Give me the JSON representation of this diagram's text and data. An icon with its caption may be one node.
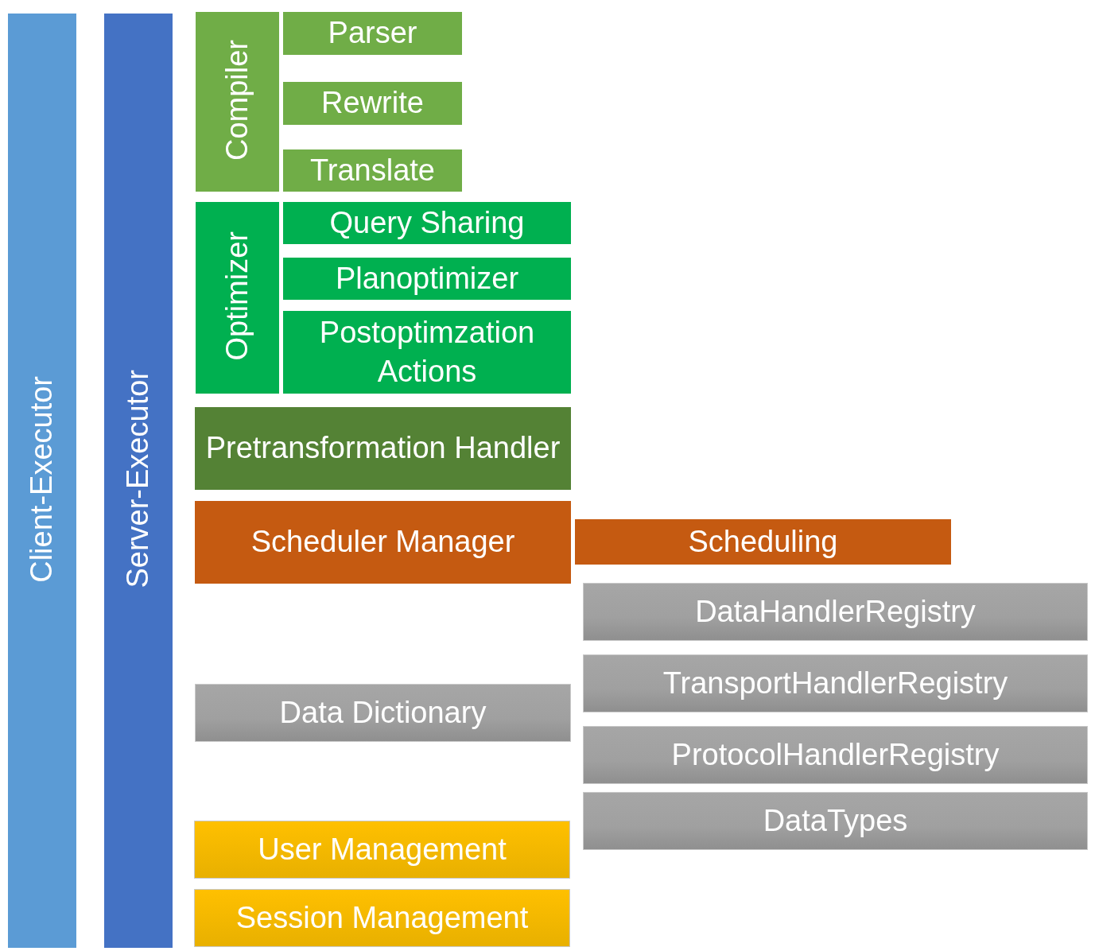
{
  "diagram": {
    "nodes": [
      {
        "text": [
          "Client-Executor"
        ]
      },
      {
        "text": [
          "Server-Executor"
        ]
      },
      {
        "text": [
          "Compiler"
        ]
      },
      {
        "text": [
          "Parser"
        ]
      },
      {
        "text": [
          "Rewrite"
        ]
      },
      {
        "text": [
          "Translate"
        ]
      },
      {
        "text": [
          "Optimizer"
        ]
      },
      {
        "text": [
          "Query Sharing"
        ]
      },
      {
        "text": [
          "Planoptimizer"
        ]
      },
      {
        "text": [
          "Postoptimzation Actions"
        ]
      },
      {
        "text": [
          "Pretransformation Handler"
        ]
      },
      {
        "text": [
          "Scheduler Manager"
        ]
      },
      {
        "text": [
          "Scheduling"
        ]
      },
      {
        "text": [
          "DataHandlerRegistry"
        ]
      },
      {
        "text": [
          "TransportHandlerRegistry"
        ]
      },
      {
        "text": [
          "Data Dictionary"
        ]
      },
      {
        "text": [
          "ProtocolHandlerRegistry"
        ]
      },
      {
        "text": [
          "DataTypes"
        ]
      },
      {
        "text": [
          "User Management"
        ]
      },
      {
        "text": [
          "Session Management"
        ]
      }
    ]
  }
}
